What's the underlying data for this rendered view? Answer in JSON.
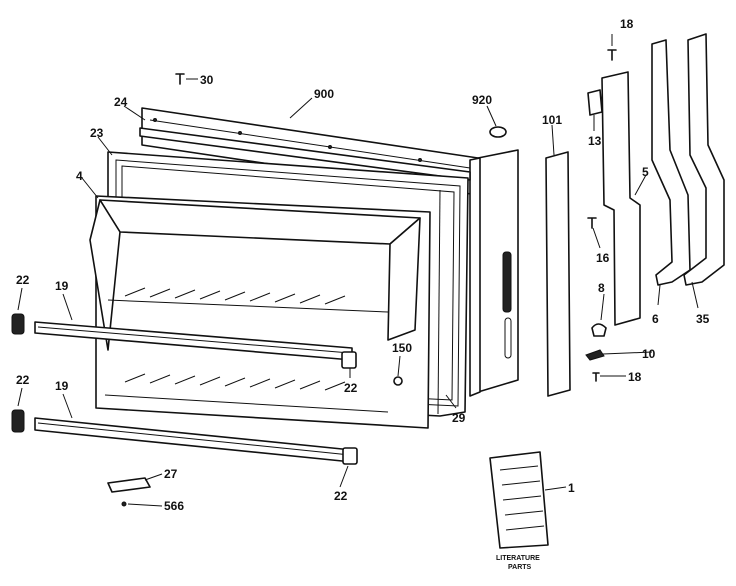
{
  "labels": {
    "p1": "1",
    "p4": "4",
    "p5": "5",
    "p6": "6",
    "p8": "8",
    "p10": "10",
    "p13": "13",
    "p16": "16",
    "p18a": "18",
    "p18b": "18",
    "p19a": "19",
    "p19b": "19",
    "p22a": "22",
    "p22b": "22",
    "p22c": "22",
    "p22d": "22",
    "p23": "23",
    "p24": "24",
    "p27": "27",
    "p29": "29",
    "p30": "30",
    "p35": "35",
    "p101": "101",
    "p150": "150",
    "p566": "566",
    "p900": "900",
    "p920": "920"
  },
  "literature": {
    "line1": "LITERATURE",
    "line2": "PARTS"
  }
}
